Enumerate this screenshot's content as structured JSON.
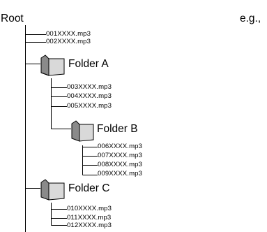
{
  "root_label": "Root",
  "example_label": "e.g.,",
  "root_files": [
    "001XXXX.mp3",
    "002XXXX.mp3"
  ],
  "folder_a": {
    "name": "Folder A",
    "files": [
      "003XXXX.mp3",
      "004XXXX.mp3",
      "005XXXX.mp3"
    ],
    "folder_b": {
      "name": "Folder B",
      "files": [
        "006XXXX.mp3",
        "007XXXX.mp3",
        "008XXXX.mp3",
        "009XXXX.mp3"
      ]
    }
  },
  "folder_c": {
    "name": "Folder C",
    "files": [
      "010XXXX.mp3",
      "011XXXX.mp3",
      "012XXXX.mp3"
    ]
  }
}
